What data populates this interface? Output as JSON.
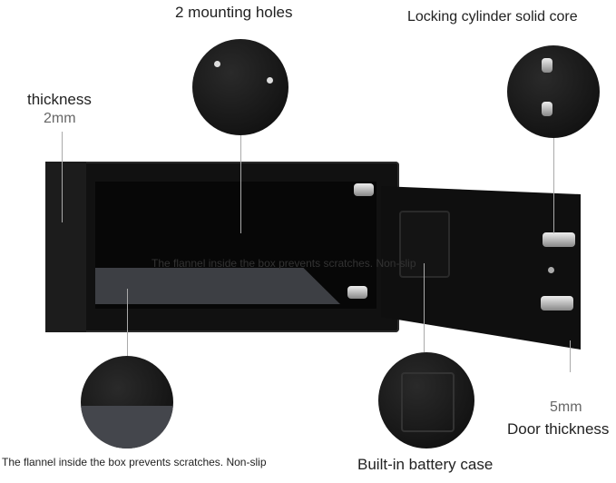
{
  "labels": {
    "mounting_holes": "2 mounting holes",
    "locking_cylinder": "Locking cylinder solid core",
    "thickness": "thickness",
    "thickness_value": "2mm",
    "door_thickness_value": "5mm",
    "door_thickness": "Door thickness",
    "flannel": "The flannel inside the box prevents scratches. Non-slip",
    "battery_case": "Built-in battery case",
    "ghost_text": "The flannel inside the box prevents scratches. Non-slip"
  }
}
